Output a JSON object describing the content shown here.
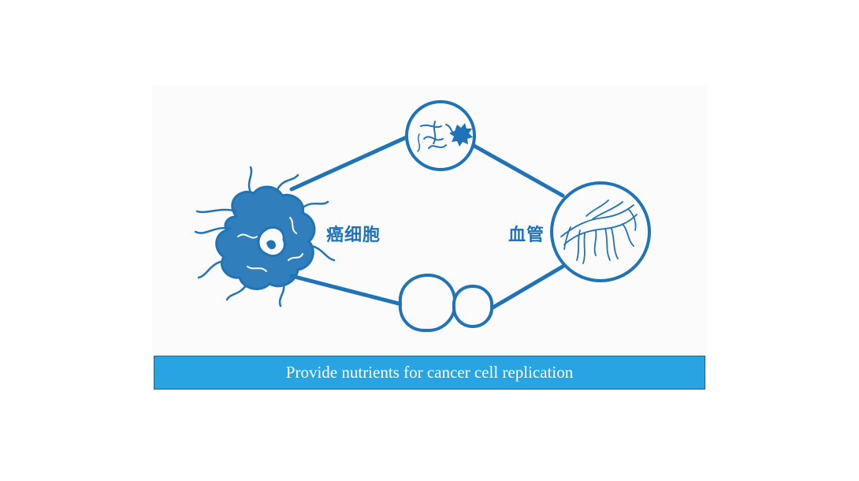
{
  "diagram": {
    "labels": {
      "cancer_cell": "癌细胞",
      "blood_vessel": "血管"
    },
    "caption": "Provide nutrients for cancer cell replication",
    "colors": {
      "diagram_blue": "#1f73b7",
      "caption_background": "#27a4e1",
      "caption_text": "#ffffff"
    },
    "icons": {
      "cancer_cell": "cancer-cell-icon",
      "tumor_with_vessels": "tumor-vessels-icon",
      "blood_vessel": "blood-vessel-icon",
      "nutrient_cells": "nutrient-cells-icon"
    }
  }
}
